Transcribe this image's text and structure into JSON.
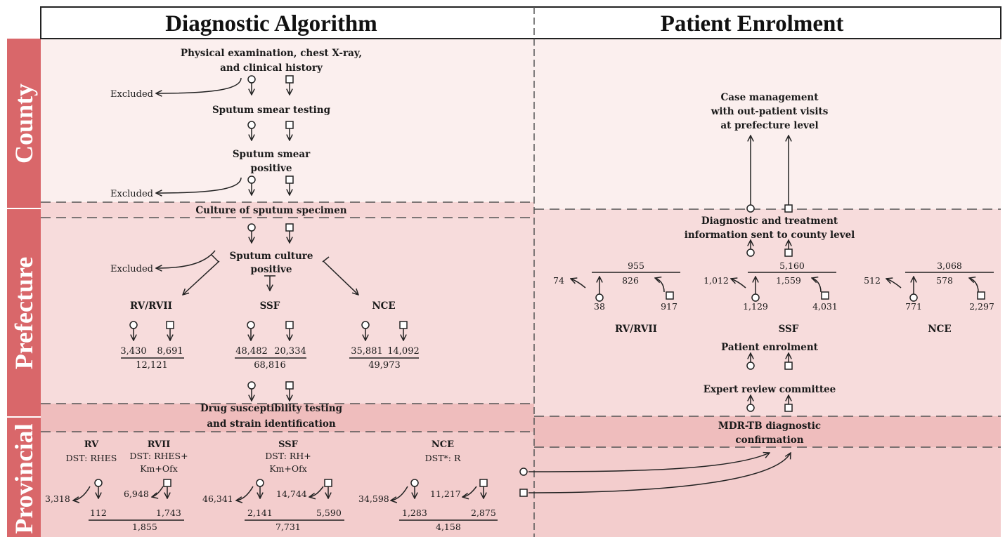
{
  "headers": {
    "left": "Diagnostic Algorithm",
    "right": "Patient Enrolment"
  },
  "levels": {
    "county": "County",
    "prefecture": "Prefecture",
    "provincial": "Provincial"
  },
  "colors": {
    "band_light": "#fbefee",
    "band_mid": "#f5d6d6",
    "band_dark": "#efbdbd",
    "level_col": "#d9676a",
    "line": "#222222"
  },
  "left": {
    "physical_exam": [
      "Physical examination, chest X-ray,",
      "and clinical history"
    ],
    "excluded": "Excluded",
    "smear_testing": "Sputum smear testing",
    "smear_positive": [
      "Sputum smear",
      "positive"
    ],
    "culture": "Culture of sputum specimen",
    "culture_positive": [
      "Sputum culture",
      "positive"
    ],
    "groups": {
      "rv": "RV/RVII",
      "ssf": "SSF",
      "nce": "NCE"
    },
    "counts": {
      "rv": {
        "a": "3,430",
        "b": "8,691",
        "total": "12,121"
      },
      "ssf": {
        "a": "48,482",
        "b": "20,334",
        "total": "68,816"
      },
      "nce": {
        "a": "35,881",
        "b": "14,092",
        "total": "49,973"
      }
    },
    "dst": [
      "Drug susceptibility testing",
      "and strain identification"
    ],
    "prov": {
      "rv_label": "RV",
      "rv_dst": "DST: RHES",
      "rvii_label": "RVII",
      "rvii_dst": [
        "DST: RHES+",
        "Km+Ofx"
      ],
      "ssf_label": "SSF",
      "ssf_dst": [
        "DST: RH+",
        "Km+Ofx"
      ],
      "nce_label": "NCE",
      "nce_dst": "DST*: R",
      "rv_out_a": "3,318",
      "rv_out_b": "6,948",
      "rv_a": "112",
      "rv_b": "1,743",
      "rv_total": "1,855",
      "ssf_out_a": "46,341",
      "ssf_out_b": "14,744",
      "ssf_a": "2,141",
      "ssf_b": "5,590",
      "ssf_total": "7,731",
      "nce_out_a": "34,598",
      "nce_out_b": "11,217",
      "nce_a": "1,283",
      "nce_b": "2,875",
      "nce_total": "4,158"
    }
  },
  "right": {
    "case_mgmt": [
      "Case management",
      "with out-patient visits",
      "at prefecture level"
    ],
    "diag_info": [
      "Diagnostic and treatment",
      "information sent to county level"
    ],
    "groups": {
      "rv": "RV/RVII",
      "ssf": "SSF",
      "nce": "NCE"
    },
    "rv": {
      "total": "955",
      "out": "74",
      "a": "38",
      "mid": "826",
      "b": "917"
    },
    "ssf": {
      "total": "5,160",
      "out": "1,012",
      "a": "1,129",
      "mid": "1,559",
      "b": "4,031"
    },
    "nce": {
      "total": "3,068",
      "out": "512",
      "a": "771",
      "mid": "578",
      "b": "2,297"
    },
    "patient_enrolment": "Patient enrolment",
    "expert_review": "Expert review committee",
    "mdr": [
      "MDR-TB diagnostic",
      "confirmation"
    ]
  }
}
